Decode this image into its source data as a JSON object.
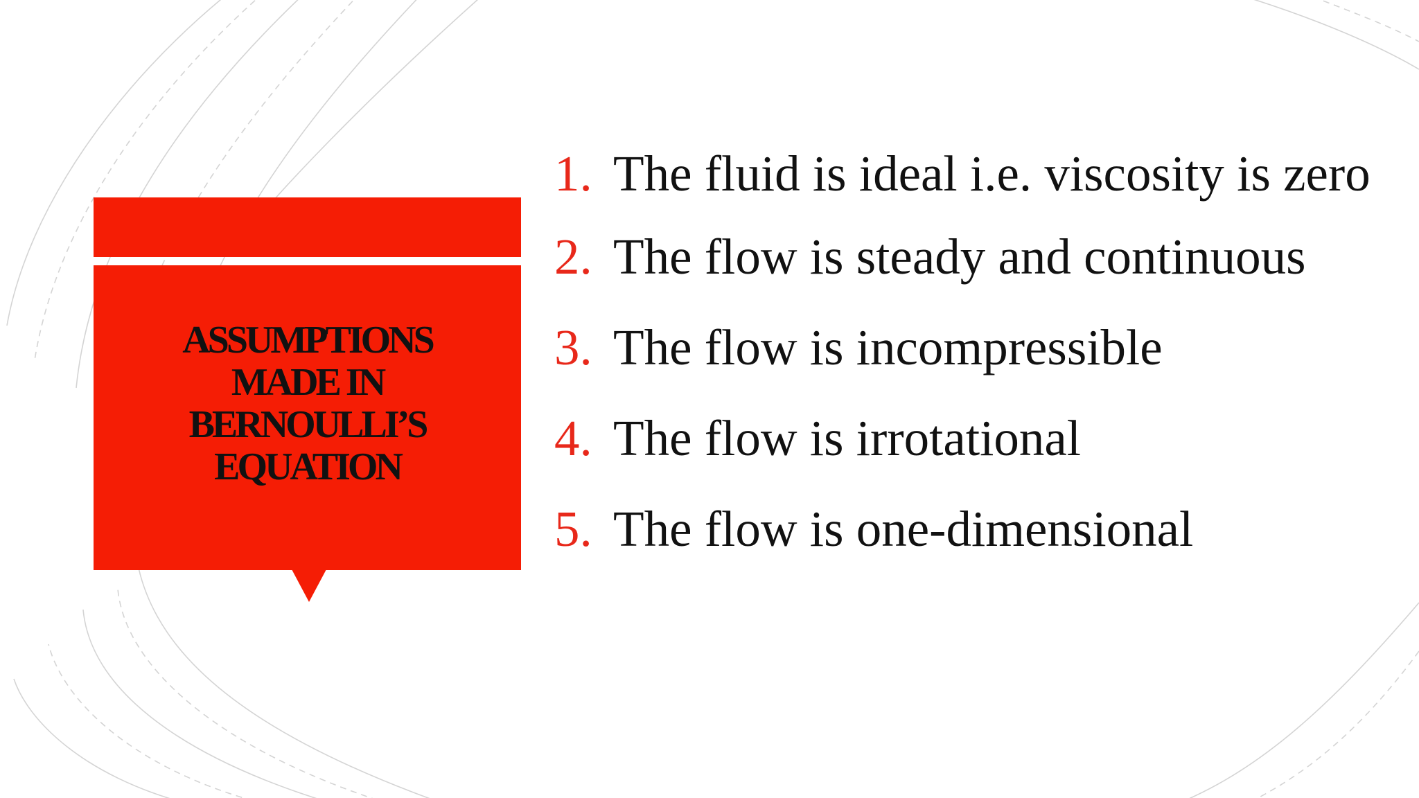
{
  "colors": {
    "accent_red": "#f51d05",
    "number_red": "#e8281a",
    "text": "#111111",
    "arc_gray": "#cfcfcf"
  },
  "title": {
    "lines": [
      "ASSUMPTIONS",
      "MADE IN",
      "BERNOULLI’S",
      "EQUATION"
    ]
  },
  "assumptions": [
    {
      "number": "1.",
      "text": "The fluid is ideal i.e. viscosity is zero"
    },
    {
      "number": "2.",
      "text": "The flow is steady and continuous"
    },
    {
      "number": "3.",
      "text": "The flow is incompressible"
    },
    {
      "number": "4.",
      "text": "The flow is irrotational"
    },
    {
      "number": "5.",
      "text": "The flow is one-dimensional"
    }
  ]
}
